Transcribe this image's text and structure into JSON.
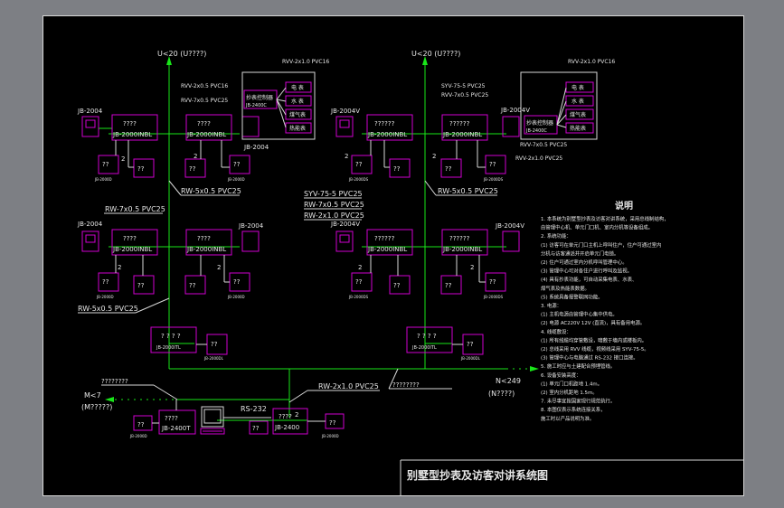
{
  "title": "别墅型抄表及访客对讲系统图",
  "labels": {
    "u20_left": "U<20 (U????)",
    "u20_right": "U<20 (U????)",
    "rvv_top_left": "RVV-2x1.0 PVC16",
    "rvv_top_right": "RVV-2x1.0 PVC16",
    "rvv_mid1": "RVV-2x0.5 PVC16",
    "rvv_mid2": "RVV-7x0.5 PVC25",
    "syv_r1": "SYV-75-5 PVC25",
    "rvv_r2": "RVV-7x0.5 PVC25",
    "rvv_r3": "RVV-7x0.5 PVC25",
    "rvv_r4": "RVV-2x1.0 PVC25",
    "rw_5x05_left": "RW-5x0.5 PVC25",
    "rw_5x05_right": "RW-5x0.5 PVC25",
    "rw_7x05": "RW-7x0.5 PVC25",
    "rw_5x05_bottom": "RW-5x0.5 PVC25",
    "syv_group1": "SYV-75-5 PVC25",
    "syv_group2": "RW-7x0.5 PVC25",
    "syv_group3": "RW-2x1.0 PVC25",
    "rw_2x10": "RW-2x1.0 PVC25",
    "rs232": "RS-232",
    "n249": "N<249",
    "n249_sub": "(N????)",
    "m7": "M<7",
    "m7_sub": "(M?????)",
    "q_label_left": "????????",
    "q_label_right": "????????"
  },
  "units": {
    "jb2004": "JB-2004",
    "jb2004v": "JB-2004V",
    "jb2000inbl": "JB-2000INBL",
    "jb2000inbl_b": "JB-2000INBL",
    "jb2000d": "JB-2000D",
    "jb2000ds": "JB-2000DS",
    "jb2400c": "JB-2400C",
    "jb2400": "JB-2400",
    "jb2400t": "JB-2400T",
    "jb2000itl": "JB-2000ITL",
    "jb2000dl": "JB-2000DL",
    "q4": "????",
    "q4s": "? ? ? ?",
    "q6": "??????",
    "q2": "??",
    "two": "2"
  },
  "meters": {
    "header": "抄表控制器",
    "items": [
      "电 表",
      "水 表",
      "煤气表",
      "热能表"
    ]
  },
  "notes": {
    "heading": "说明",
    "lines": [
      "1. 本系统为别墅型抄表及访客对讲系统，采用总线制结构，",
      "   由管理中心机、单元门口机、室内分机等设备组成。",
      "2. 系统功能：",
      "  (1) 访客可在单元门口主机上呼叫住户，住户可通过室内",
      "      分机与访客通话并开启单元门电锁。",
      "  (2) 住户可通过室内分机呼叫管理中心。",
      "  (3) 管理中心可对各住户进行呼叫及监视。",
      "  (4) 具有抄表功能，可自动采集电表、水表、",
      "      煤气表及热能表数据。",
      "  (5) 系统具备报警联网功能。",
      "3. 电源：",
      "  (1) 主机电源由管理中心集中供电。",
      "  (2) 电源 AC220V  12V (直流)，具有备用电源。",
      "4. 线缆敷设：",
      "  (1) 所有线缆均穿管敷设，暗敷于墙内或楼板内。",
      "  (2) 总线采用 RVV 线缆，视频线采用 SYV-75-5。",
      "  (3) 管理中心与电脑通过 RS-232 接口连接。",
      "5. 施工时应与土建配合预埋管线。",
      "6. 设备安装高度：",
      "  (1) 单元门口机距地 1.4m。",
      "  (2) 室内分机距地 1.5m。",
      "7. 未尽事宜按国家现行规范执行。",
      "8. 本图仅表示系统连接关系，",
      "   施工时以产品说明为准。"
    ]
  },
  "colors": {
    "background": "#000000",
    "device": "#d000d0",
    "bus": "#19e619",
    "line": "#d8d8d8",
    "cyan": "#17c4c4",
    "text": "#e6e6e6"
  }
}
